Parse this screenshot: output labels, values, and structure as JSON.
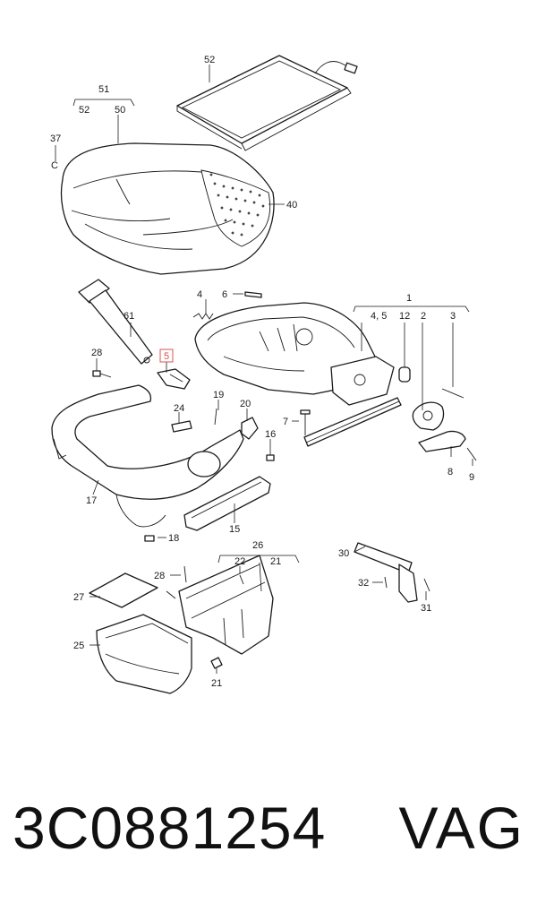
{
  "callouts": {
    "c52top": "52",
    "c51": "51",
    "c52": "52",
    "c50": "50",
    "c37": "37",
    "c37c": "C",
    "c40": "40",
    "c4": "4",
    "c6": "6",
    "c1": "1",
    "c45": "4, 5",
    "c12": "12",
    "c2": "2",
    "c3": "3",
    "c61": "61",
    "c28a": "28",
    "c5": "5",
    "c19": "19",
    "c24": "24",
    "c20": "20",
    "c7": "7",
    "c16": "16",
    "c8": "8",
    "c9": "9",
    "c17": "17",
    "c15": "15",
    "c18": "18",
    "c26": "26",
    "c30": "30",
    "c28b": "28",
    "c22": "22",
    "c21a": "21",
    "c27": "27",
    "c32": "32",
    "c31": "31",
    "c25": "25",
    "c21b": "21"
  },
  "highlight": {
    "callout": "5",
    "color": "#d9534f"
  },
  "footer": {
    "part_number": "3C0881254",
    "brand": "VAG"
  }
}
